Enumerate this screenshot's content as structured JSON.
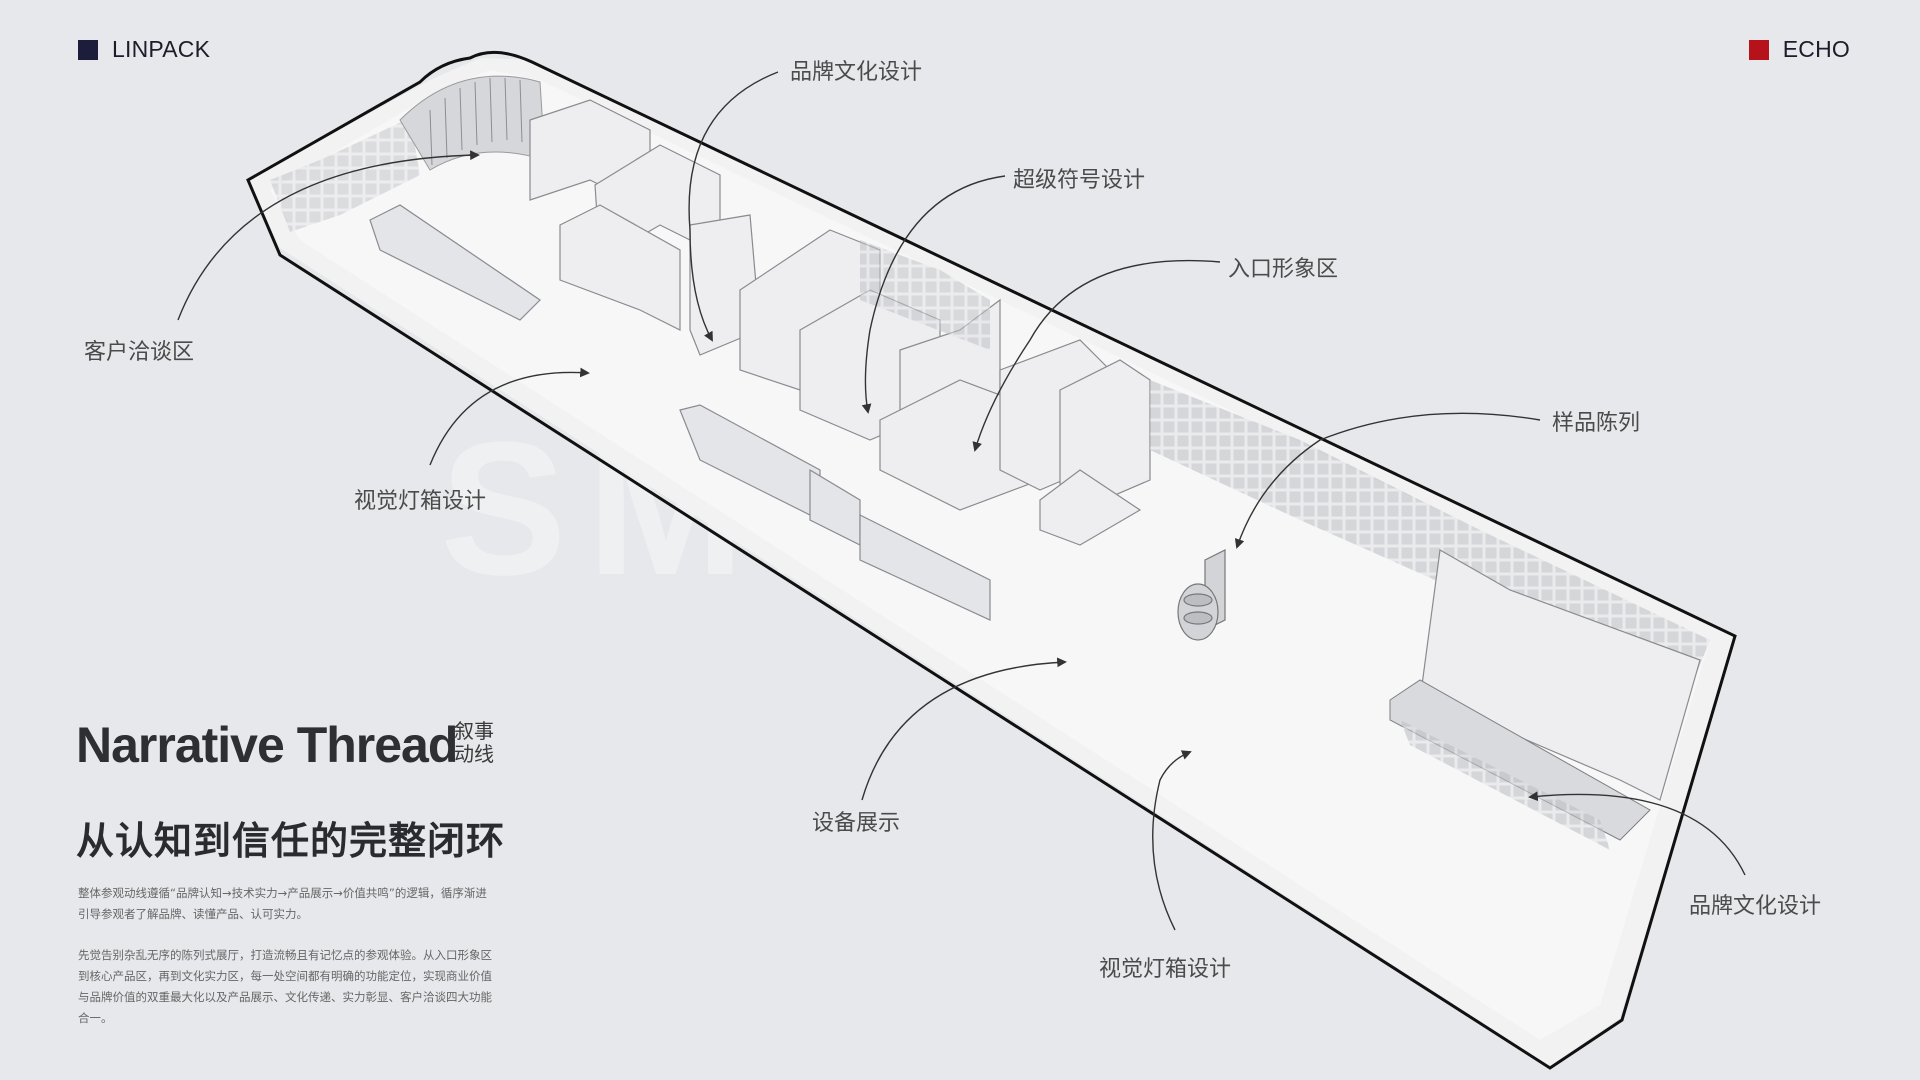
{
  "brand_left": {
    "label": "LINPACK",
    "color": "#1b1d3a"
  },
  "brand_right": {
    "label": "ECHO",
    "color": "#b5121b"
  },
  "watermark": "SMK",
  "callouts": {
    "brand_culture_top": "品牌文化设计",
    "super_symbol": "超级符号设计",
    "entrance": "入口形象区",
    "client_talk": "客户洽谈区",
    "sample_display": "样品陈列",
    "lightbox_left": "视觉灯箱设计",
    "equipment": "设备展示",
    "lightbox_bottom": "视觉灯箱设计",
    "brand_culture_right": "品牌文化设计"
  },
  "title": {
    "en": "Narrative Thread",
    "cn_small": "叙事动线",
    "cn_big": "从认知到信任的完整闭环"
  },
  "paragraphs": {
    "p1": "整体参观动线遵循“品牌认知→技术实力→产品展示→价值共鸣”的逻辑，循序渐进引导参观者了解品牌、读懂产品、认可实力。",
    "p2": "先觉告别杂乱无序的陈列式展厅，打造流畅且有记忆点的参观体验。从入口形象区到核心产品区，再到文化实力区，每一处空间都有明确的功能定位，实现商业价值与品牌价值的双重最大化以及产品展示、文化传递、实力彰显、客户洽谈四大功能合一。"
  }
}
